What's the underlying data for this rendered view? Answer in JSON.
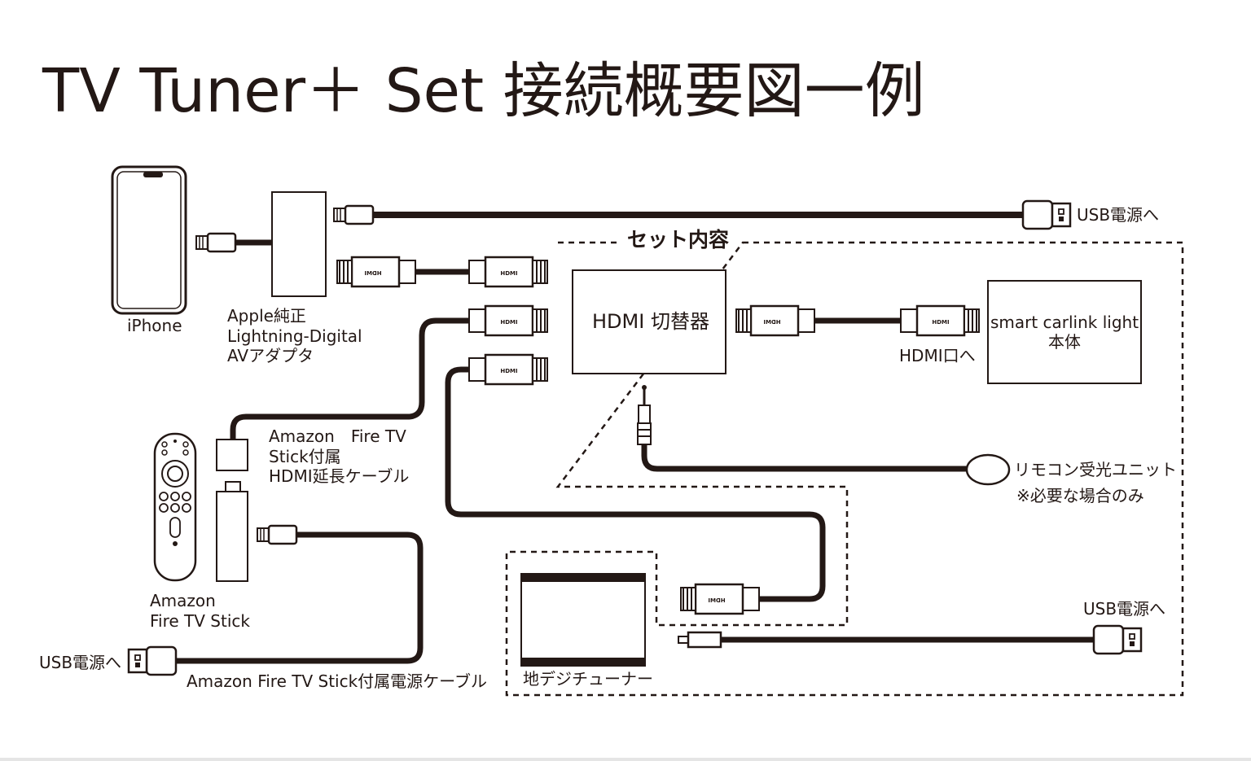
{
  "title": "TV Tuner＋ Set 接続概要図一例",
  "set_contents_label": "セット内容",
  "devices": {
    "iphone": "iPhone",
    "adapter_line1": "Apple純正",
    "adapter_line2": "Lightning-Digital",
    "adapter_line3": "AVアダプタ",
    "hdmi_switch": "HDMI 切替器",
    "carlink_line1": "smart carlink light",
    "carlink_line2": "本体",
    "hdmi_port": "HDMI口へ",
    "remote_receiver": "リモコン受光ユニット",
    "remote_note": "※必要な場合のみ",
    "extension_line1": "Amazon　Fire TV",
    "extension_line2": "Stick付属",
    "extension_line3": "HDMI延長ケーブル",
    "firetv_line1": "Amazon",
    "firetv_line2": "Fire TV Stick",
    "power_cable": "Amazon Fire TV Stick付属電源ケーブル",
    "tuner": "地デジチューナー",
    "usb_power_top": "USB電源へ",
    "usb_power_right": "USB電源へ",
    "usb_power_left": "USB電源へ"
  },
  "connector_marks": {
    "hdmi": "HDMI"
  },
  "colors": {
    "ink": "#231815",
    "background": "#ffffff"
  }
}
